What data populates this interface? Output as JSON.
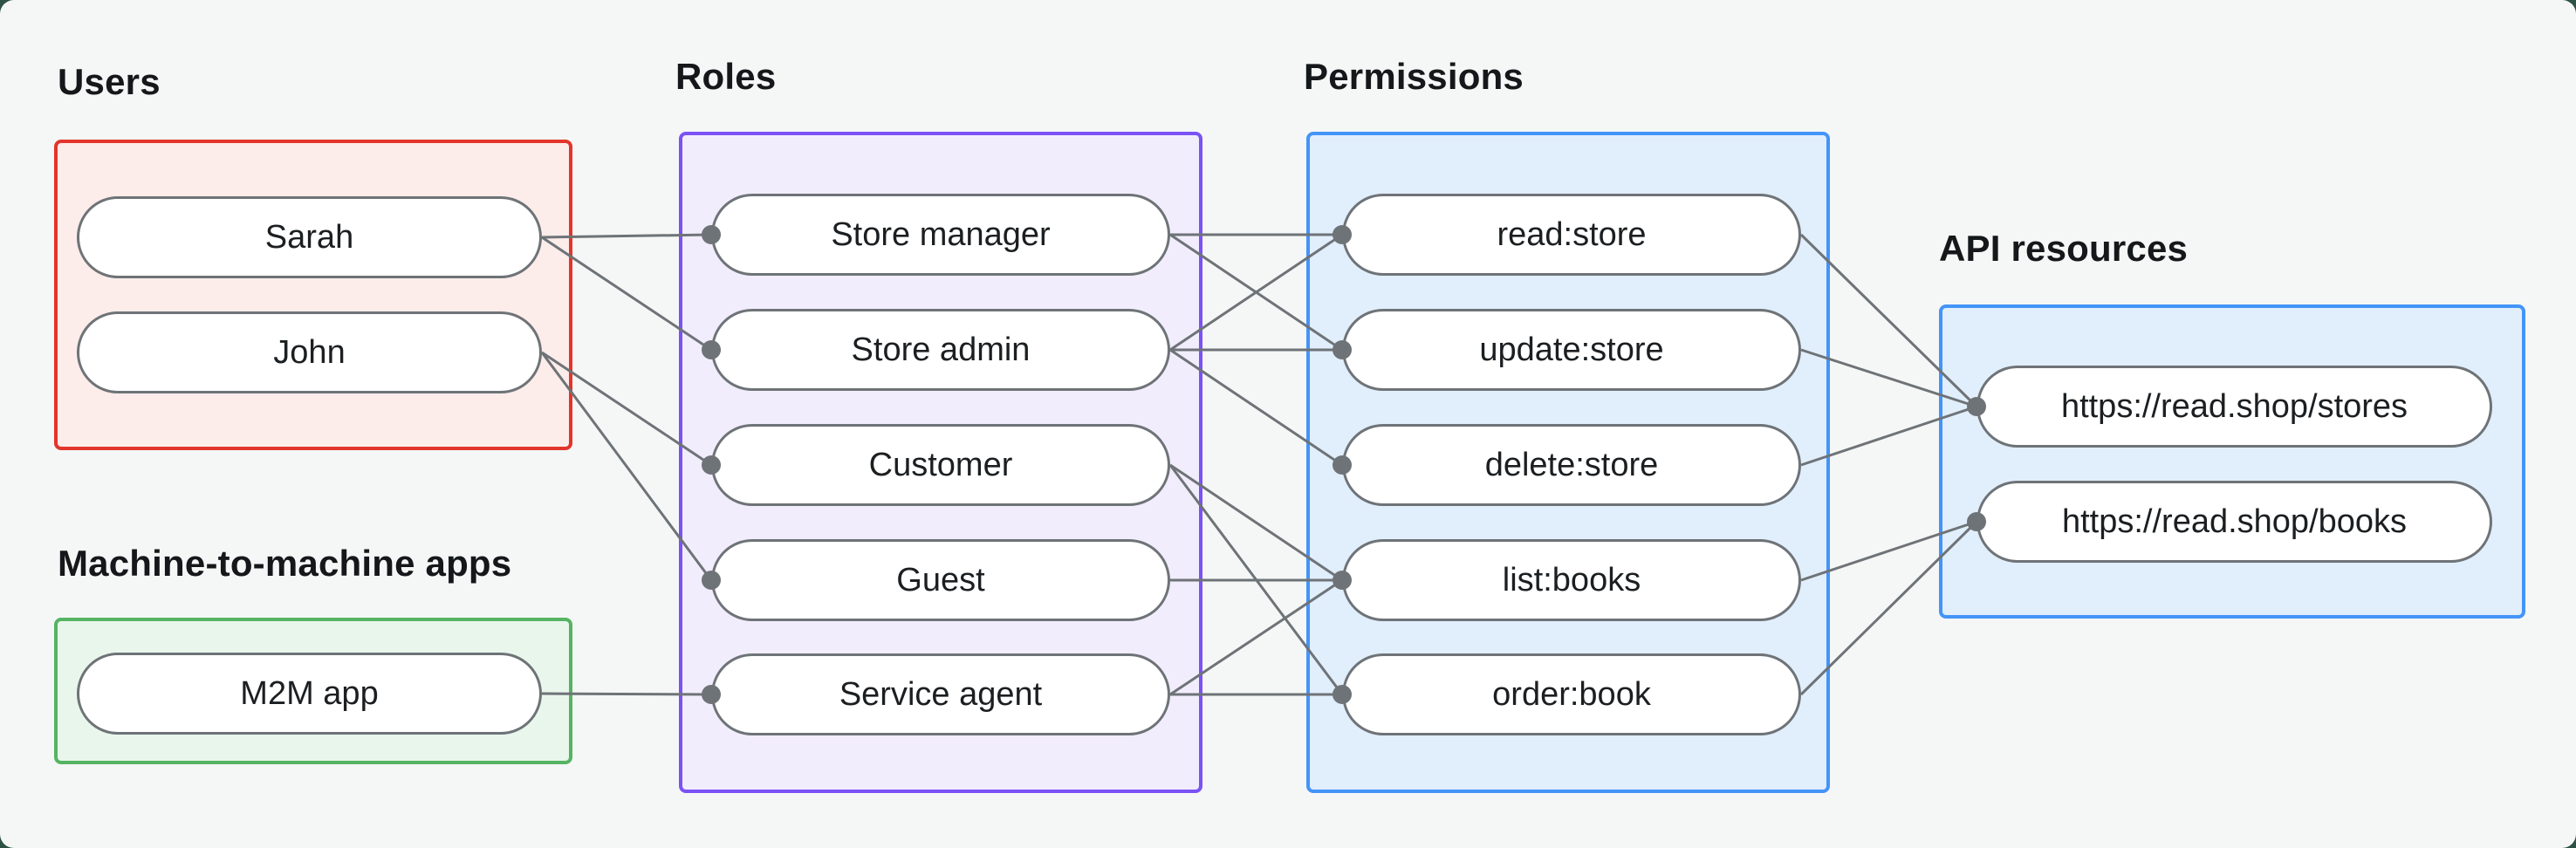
{
  "style": {
    "canvas_background": "#f5f7f6",
    "page_background": "#2e5244",
    "edge_color": "#6e7377",
    "pill_border_color": "#6e7377",
    "label_color": "#15181a"
  },
  "groups": [
    {
      "id": "users",
      "label": "Users",
      "border": "#e2352b",
      "fill": "#fcecea",
      "nodes": [
        {
          "id": "sarah",
          "label": "Sarah"
        },
        {
          "id": "john",
          "label": "John"
        }
      ]
    },
    {
      "id": "m2m-apps",
      "label": "Machine-to-machine apps",
      "border": "#55b462",
      "fill": "#e9f6ec",
      "nodes": [
        {
          "id": "m2m-app",
          "label": "M2M app"
        }
      ]
    },
    {
      "id": "roles",
      "label": "Roles",
      "border": "#7a52f5",
      "fill": "#f2edfc",
      "nodes": [
        {
          "id": "store-manager",
          "label": "Store manager"
        },
        {
          "id": "store-admin",
          "label": "Store admin"
        },
        {
          "id": "customer",
          "label": "Customer"
        },
        {
          "id": "guest",
          "label": "Guest"
        },
        {
          "id": "service-agent",
          "label": "Service agent"
        }
      ]
    },
    {
      "id": "permissions",
      "label": "Permissions",
      "border": "#4494f8",
      "fill": "#e1eefc",
      "nodes": [
        {
          "id": "read-store",
          "label": "read:store"
        },
        {
          "id": "update-store",
          "label": "update:store"
        },
        {
          "id": "delete-store",
          "label": "delete:store"
        },
        {
          "id": "list-books",
          "label": "list:books"
        },
        {
          "id": "order-book",
          "label": "order:book"
        }
      ]
    },
    {
      "id": "api-resources",
      "label": "API resources",
      "border": "#4494f8",
      "fill": "#e1eefc",
      "nodes": [
        {
          "id": "stores-api",
          "label": "https://read.shop/stores"
        },
        {
          "id": "books-api",
          "label": "https://read.shop/books"
        }
      ]
    }
  ],
  "edges": [
    {
      "from": "sarah",
      "to": "store-manager"
    },
    {
      "from": "sarah",
      "to": "store-admin"
    },
    {
      "from": "john",
      "to": "customer"
    },
    {
      "from": "john",
      "to": "guest"
    },
    {
      "from": "m2m-app",
      "to": "service-agent"
    },
    {
      "from": "store-manager",
      "to": "read-store"
    },
    {
      "from": "store-manager",
      "to": "update-store"
    },
    {
      "from": "store-admin",
      "to": "read-store"
    },
    {
      "from": "store-admin",
      "to": "update-store"
    },
    {
      "from": "store-admin",
      "to": "delete-store"
    },
    {
      "from": "customer",
      "to": "list-books"
    },
    {
      "from": "customer",
      "to": "order-book"
    },
    {
      "from": "guest",
      "to": "list-books"
    },
    {
      "from": "service-agent",
      "to": "list-books"
    },
    {
      "from": "service-agent",
      "to": "order-book"
    },
    {
      "from": "read-store",
      "to": "stores-api"
    },
    {
      "from": "update-store",
      "to": "stores-api"
    },
    {
      "from": "delete-store",
      "to": "stores-api"
    },
    {
      "from": "list-books",
      "to": "books-api"
    },
    {
      "from": "order-book",
      "to": "books-api"
    }
  ]
}
